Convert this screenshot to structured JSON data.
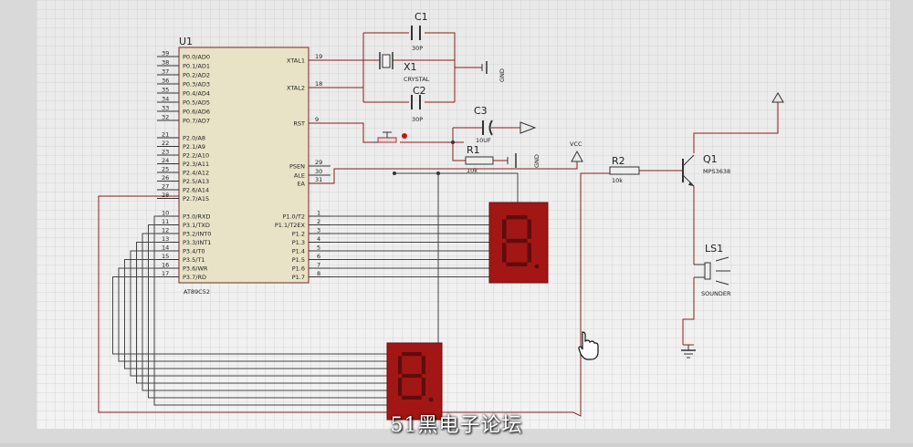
{
  "ic": {
    "ref": "U1",
    "part": "AT89C52",
    "left_pins": [
      {
        "num": "39",
        "name": "P0.0/AD0"
      },
      {
        "num": "38",
        "name": "P0.1/AD1"
      },
      {
        "num": "37",
        "name": "P0.2/AD2"
      },
      {
        "num": "36",
        "name": "P0.3/AD3"
      },
      {
        "num": "35",
        "name": "P0.4/AD4"
      },
      {
        "num": "34",
        "name": "P0.5/AD5"
      },
      {
        "num": "33",
        "name": "P0.6/AD6"
      },
      {
        "num": "32",
        "name": "P0.7/AD7"
      },
      {
        "num": "21",
        "name": "P2.0/A8"
      },
      {
        "num": "22",
        "name": "P2.1/A9"
      },
      {
        "num": "23",
        "name": "P2.2/A10"
      },
      {
        "num": "24",
        "name": "P2.3/A11"
      },
      {
        "num": "25",
        "name": "P2.4/A12"
      },
      {
        "num": "26",
        "name": "P2.5/A13"
      },
      {
        "num": "27",
        "name": "P2.6/A14"
      },
      {
        "num": "28",
        "name": "P2.7/A15"
      },
      {
        "num": "10",
        "name": "P3.0/RXD"
      },
      {
        "num": "11",
        "name": "P3.1/TXD"
      },
      {
        "num": "12",
        "name": "P3.2/INT0"
      },
      {
        "num": "13",
        "name": "P3.3/INT1"
      },
      {
        "num": "14",
        "name": "P3.4/T0"
      },
      {
        "num": "15",
        "name": "P3.5/T1"
      },
      {
        "num": "16",
        "name": "P3.6/WR"
      },
      {
        "num": "17",
        "name": "P3.7/RD"
      }
    ],
    "right_pins_top": [
      {
        "num": "19",
        "name": "XTAL1"
      },
      {
        "num": "18",
        "name": "XTAL2"
      },
      {
        "num": "9",
        "name": "RST"
      },
      {
        "num": "29",
        "name": "PSEN"
      },
      {
        "num": "30",
        "name": "ALE"
      },
      {
        "num": "31",
        "name": "EA"
      }
    ],
    "right_pins_p1": [
      {
        "num": "1",
        "name": "P1.0/T2"
      },
      {
        "num": "2",
        "name": "P1.1/T2EX"
      },
      {
        "num": "3",
        "name": "P1.2"
      },
      {
        "num": "4",
        "name": "P1.3"
      },
      {
        "num": "5",
        "name": "P1.4"
      },
      {
        "num": "6",
        "name": "P1.5"
      },
      {
        "num": "7",
        "name": "P1.6"
      },
      {
        "num": "8",
        "name": "P1.7"
      }
    ]
  },
  "components": {
    "c1": {
      "ref": "C1",
      "value": "30P"
    },
    "c2": {
      "ref": "C2",
      "value": "30P"
    },
    "x1": {
      "ref": "X1",
      "value": "CRYSTAL"
    },
    "c3": {
      "ref": "C3",
      "value": "10UF"
    },
    "r1": {
      "ref": "R1",
      "value": "10k"
    },
    "r2": {
      "ref": "R2",
      "value": "10k"
    },
    "q1": {
      "ref": "Q1",
      "value": "MPS3638"
    },
    "ls1": {
      "ref": "LS1",
      "value": "SOUNDER"
    }
  },
  "power": {
    "gnd": "GND",
    "vcc": "VCC"
  },
  "displays": {
    "top_digit": "8",
    "bottom_digit": "8"
  },
  "watermark": "51黑电子论坛",
  "colors": {
    "wire": "#8b1c1c",
    "body": "#eae4c4",
    "display": "#a01818",
    "segment": "#5e0d0d",
    "grid": "#b9b9b9"
  }
}
